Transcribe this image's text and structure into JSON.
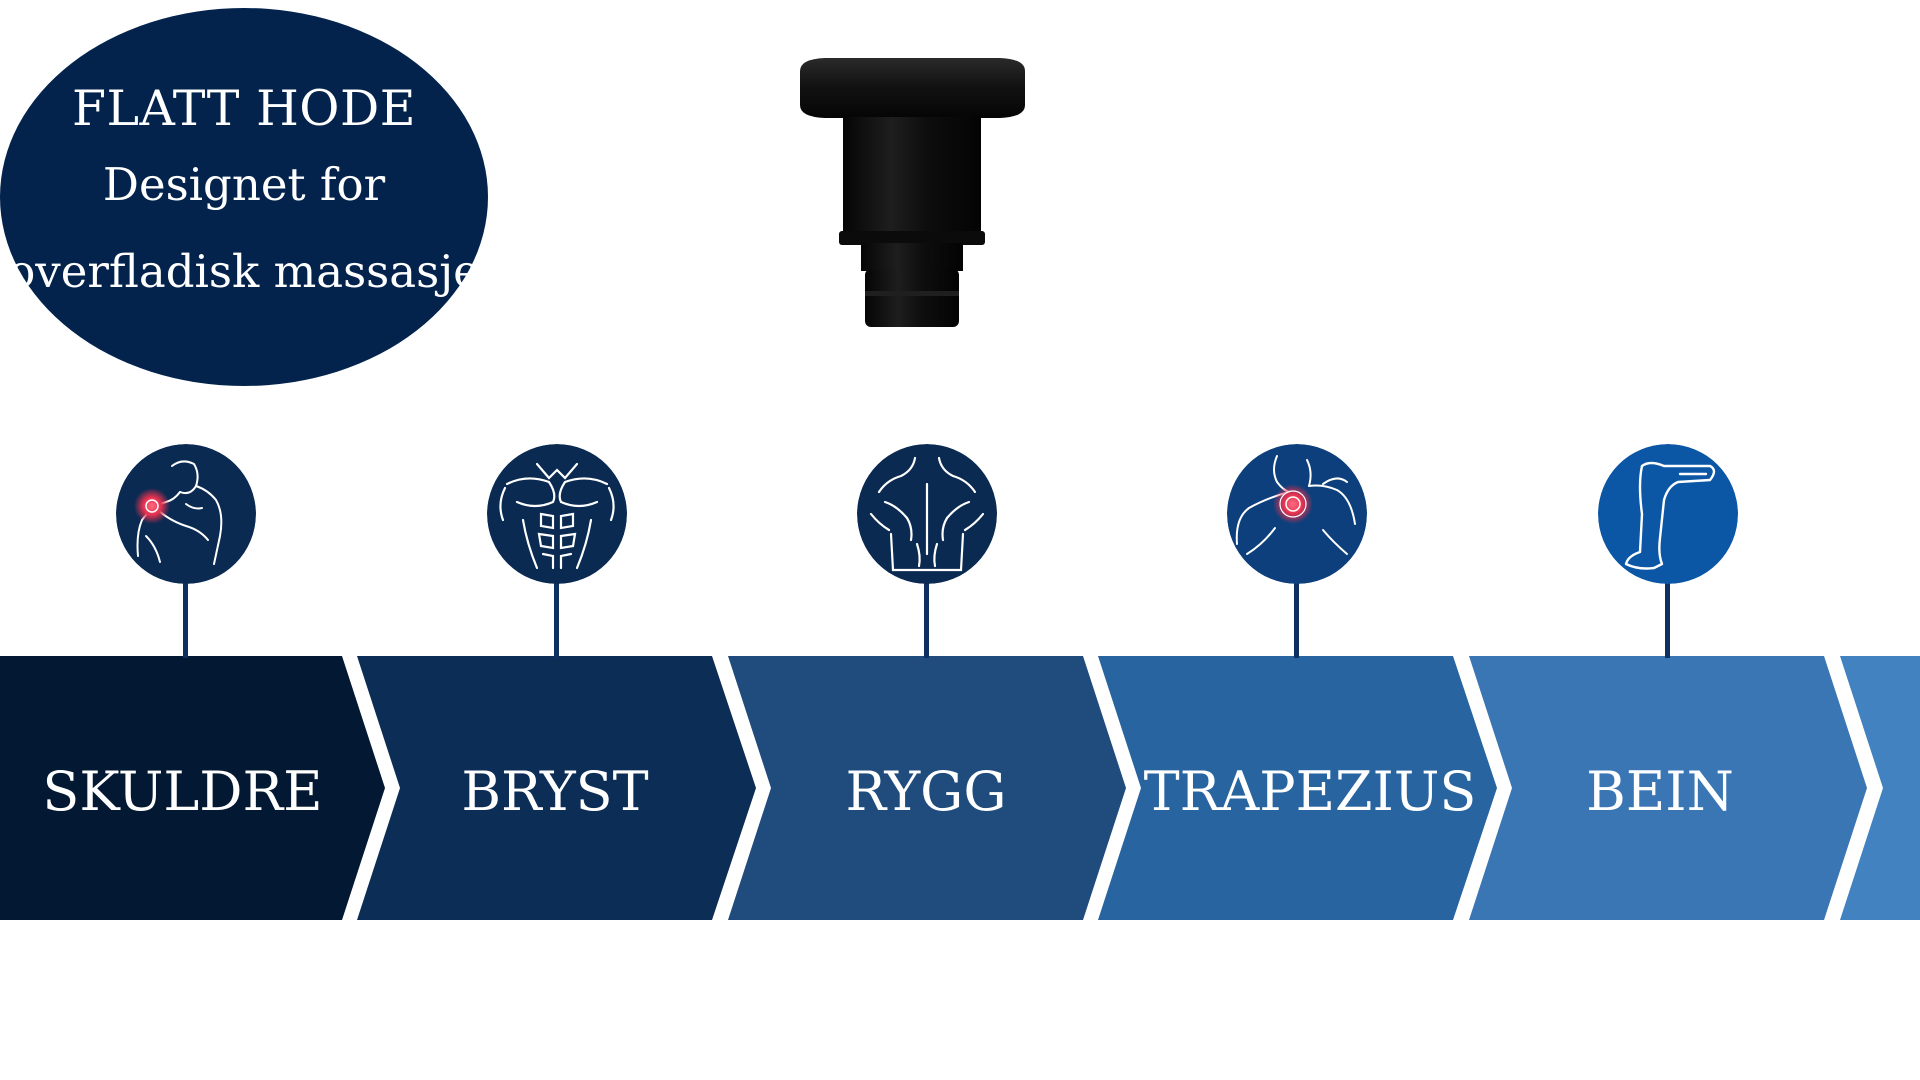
{
  "title": {
    "line1": "FLATT HODE",
    "line2": "Designet for",
    "line3": "overfladisk massasje"
  },
  "product": {
    "icon": "flat-massage-head-icon"
  },
  "areas": [
    {
      "label": "SKULDRE",
      "icon": "shoulder-icon",
      "color": "#031833"
    },
    {
      "label": "BRYST",
      "icon": "chest-icon",
      "color": "#0b2d56"
    },
    {
      "label": "RYGG",
      "icon": "back-icon",
      "color": "#1f4b7d"
    },
    {
      "label": "TRAPEZIUS",
      "icon": "trapezius-icon",
      "color": "#28649f"
    },
    {
      "label": "BEIN",
      "icon": "leg-icon",
      "color": "#3a76b4"
    }
  ],
  "colors": {
    "oval": "#03234d",
    "trailing_arrow": "#4282c1",
    "icon_circle_dark": "#0b2a52",
    "icon_circle_light": "#0c56a6",
    "pain_highlight": "#e2314f"
  }
}
